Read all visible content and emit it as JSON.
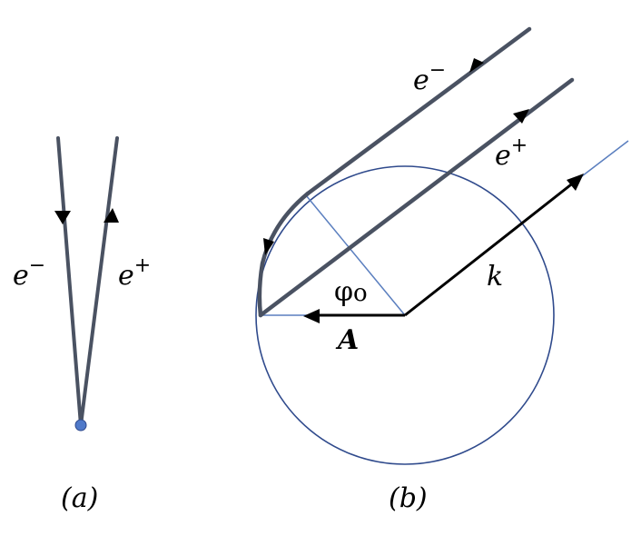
{
  "colors": {
    "track": "#4a5262",
    "circle": "#2f4a8c",
    "thin_line": "#5b7fbf",
    "vector": "#000000",
    "vertex_dot": "#4f79c9"
  },
  "panel_a": {
    "electron_symbol": "e",
    "electron_sup": "−",
    "positron_symbol": "e",
    "positron_sup": "+",
    "caption": "(a)"
  },
  "panel_b": {
    "electron_symbol": "e",
    "electron_sup": "−",
    "positron_symbol": "e",
    "positron_sup": "+",
    "k_label": "k",
    "phi_label": "φ",
    "phi_sub": "o",
    "A_label": "A",
    "caption": "(b)"
  }
}
